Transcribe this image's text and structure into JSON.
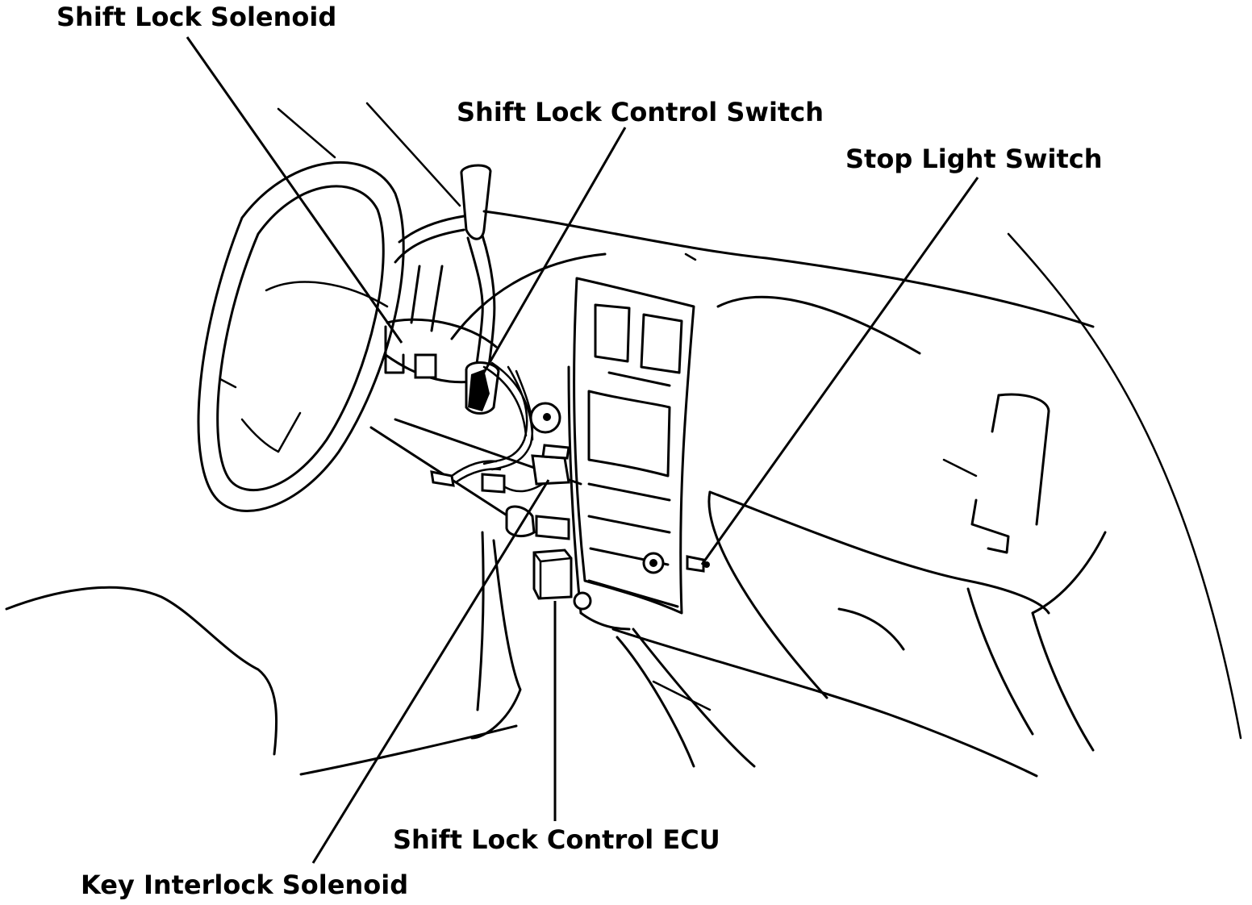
{
  "callouts": {
    "shift_lock_solenoid": "Shift Lock Solenoid",
    "shift_lock_control_switch": "Shift Lock Control Switch",
    "stop_light_switch": "Stop Light Switch",
    "shift_lock_control_ecu": "Shift Lock Control ECU",
    "key_interlock_solenoid": "Key Interlock Solenoid"
  },
  "colors": {
    "ink": "#000000",
    "paper": "#ffffff"
  }
}
